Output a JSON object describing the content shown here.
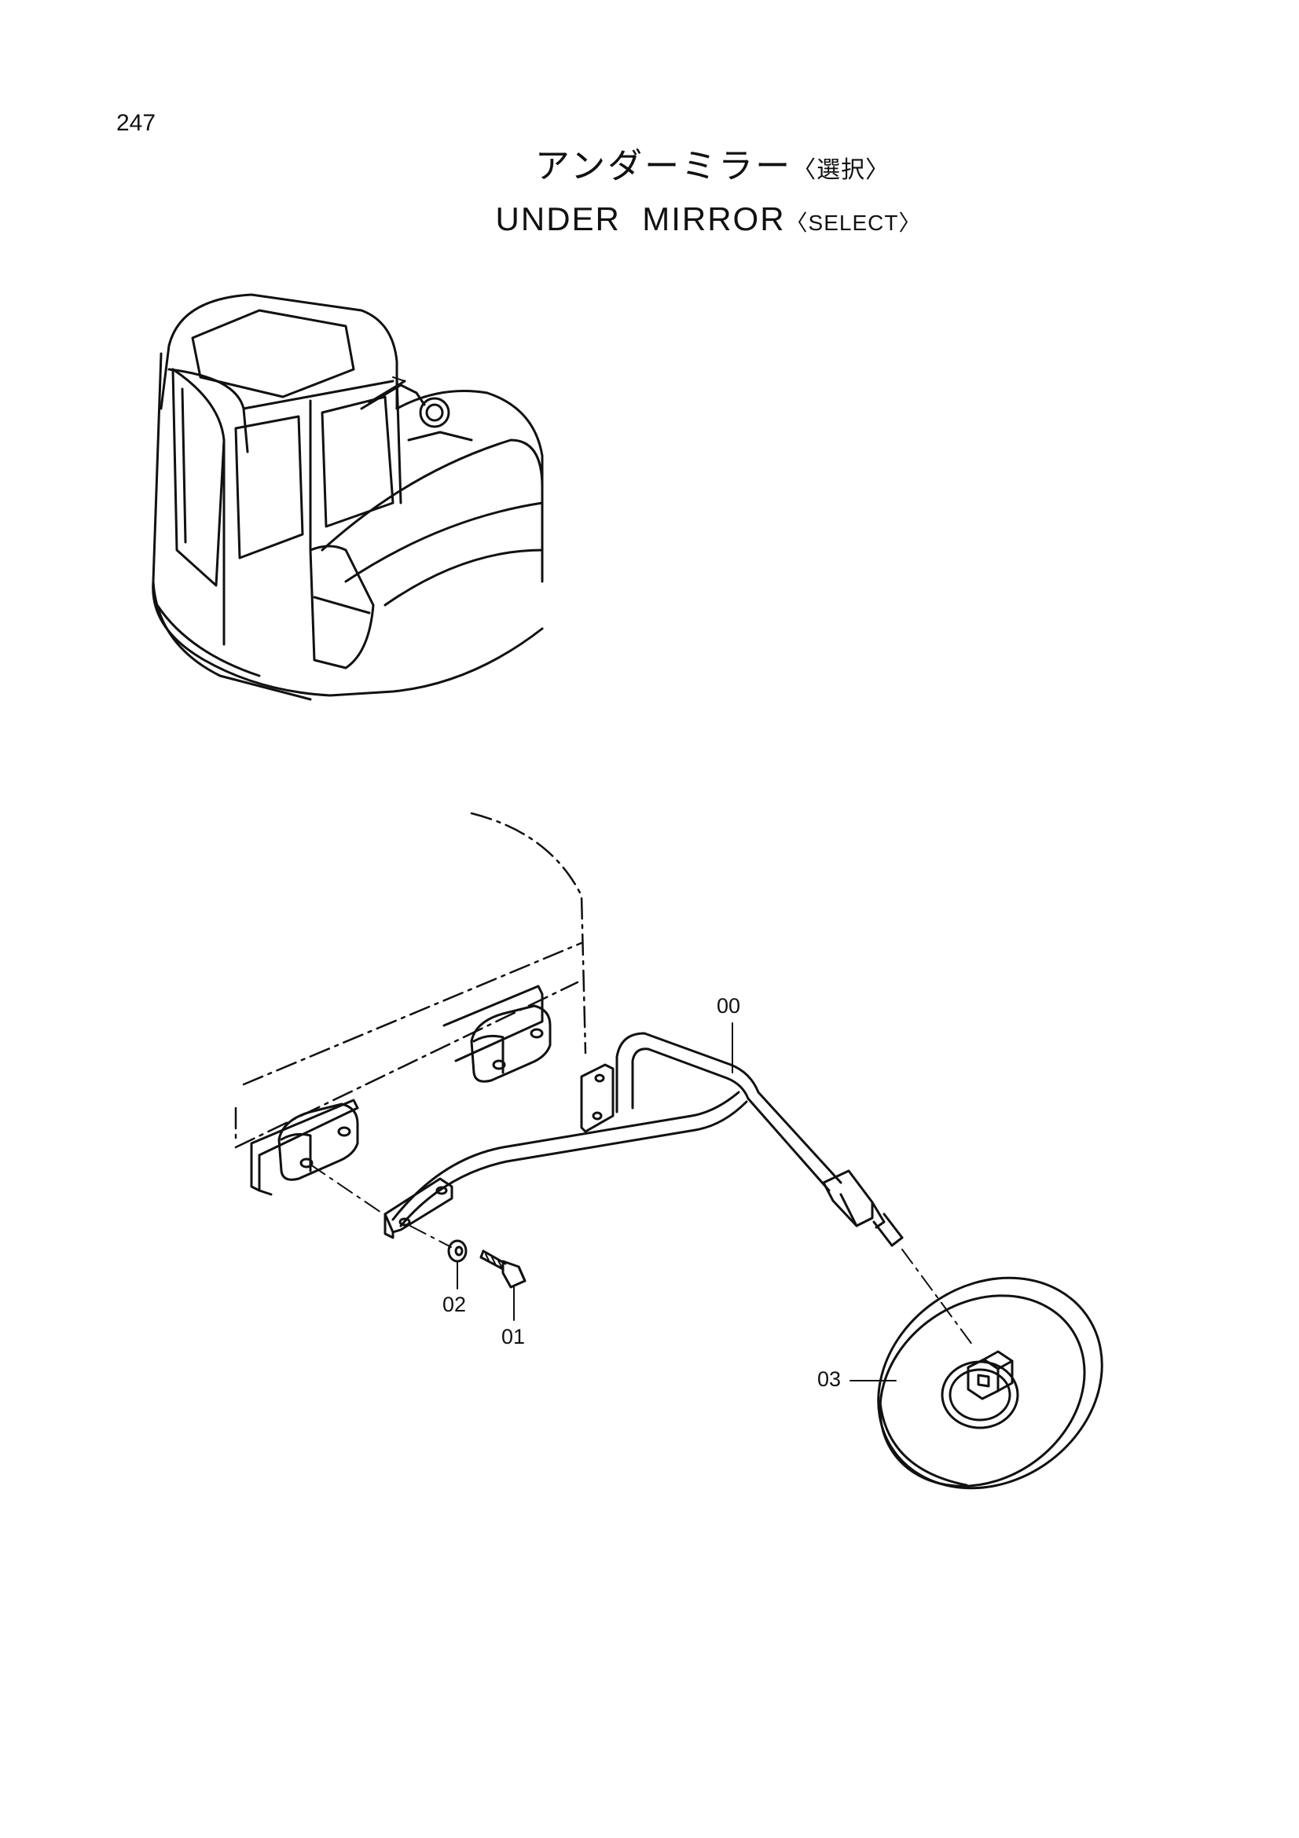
{
  "page": {
    "number": "247"
  },
  "title": {
    "japanese": "アンダーミラー",
    "japanese_qualifier": "〈選択〉",
    "english": "UNDER  MIRROR",
    "english_qualifier": "〈SELECT〉"
  },
  "callouts": {
    "assembly": "00",
    "bolt": "01",
    "washer": "02",
    "mirror": "03"
  }
}
